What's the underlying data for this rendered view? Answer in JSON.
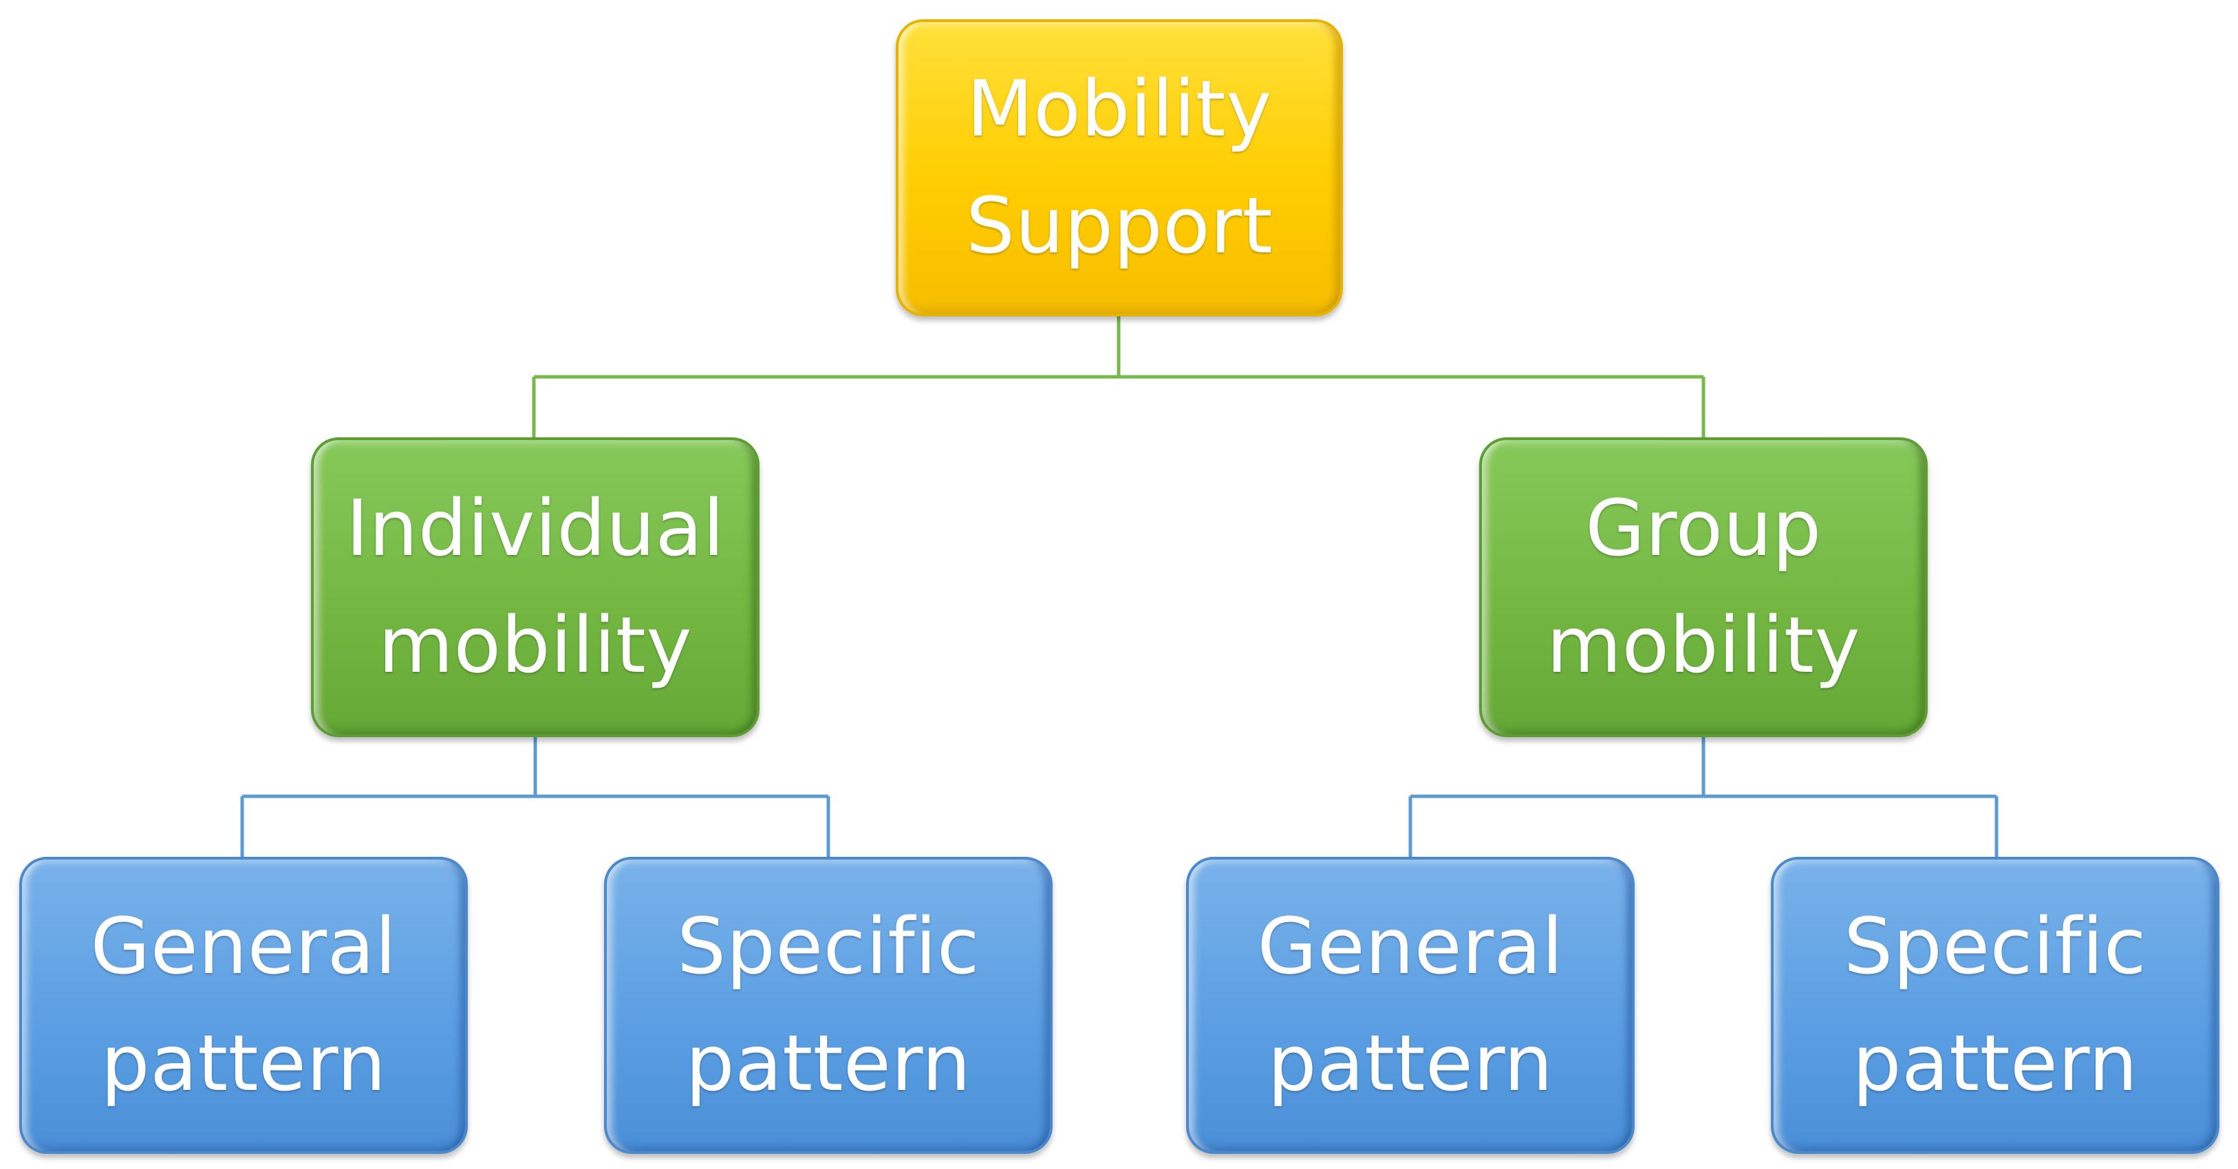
{
  "root": {
    "line1": "Mobility",
    "line2": "Support",
    "color": "#ffcd00"
  },
  "individual": {
    "line1": "Individual",
    "line2": "mobility",
    "color": "#74b843",
    "general": {
      "line1": "General",
      "line2": "pattern",
      "color": "#5c9fe3"
    },
    "specific": {
      "line1": "Specific",
      "line2": "pattern",
      "color": "#5c9fe3"
    }
  },
  "group": {
    "line1": "Group",
    "line2": "mobility",
    "color": "#74b843",
    "general": {
      "line1": "General",
      "line2": "pattern",
      "color": "#5c9fe3"
    },
    "specific": {
      "line1": "Specific",
      "line2": "pattern",
      "color": "#5c9fe3"
    }
  },
  "connector_colors": {
    "level1": "#78b84a",
    "level2": "#5b9bd5"
  }
}
